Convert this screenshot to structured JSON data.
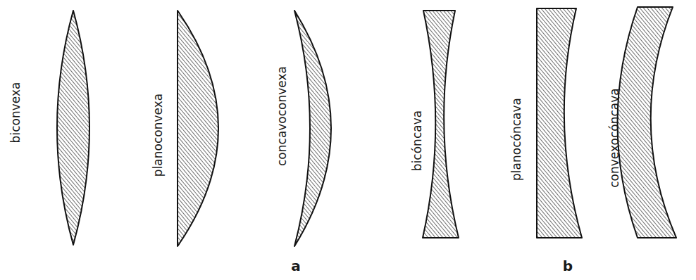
{
  "diagram": {
    "labels": [
      "biconvexa",
      "planoconvexa",
      "concavoconvexa",
      "bicóncava",
      "planocóncava",
      "convexocóncava",
      "a",
      "b"
    ]
  }
}
